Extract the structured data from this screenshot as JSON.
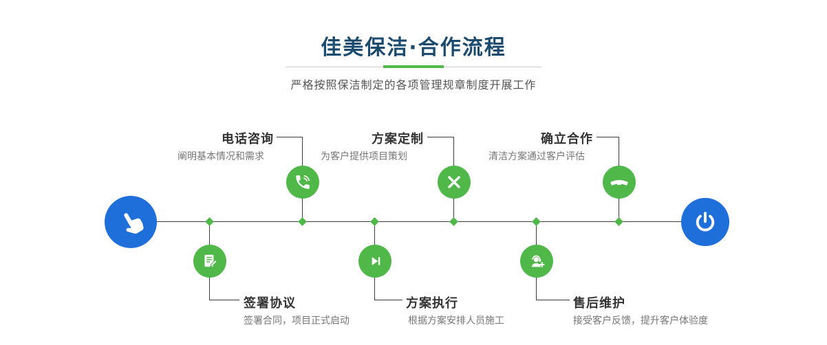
{
  "header": {
    "title": "佳美保洁·合作流程",
    "subtitle": "严格按照保洁制定的各项管理规章制度开展工作"
  },
  "steps_top": [
    {
      "title": "电话咨询",
      "desc": "阐明基本情况和需求",
      "icon": "phone-icon"
    },
    {
      "title": "方案定制",
      "desc": "为客户提供项目策划",
      "icon": "design-pen-icon"
    },
    {
      "title": "确立合作",
      "desc": "清洁方案通过客户评估",
      "icon": "handshake-icon"
    }
  ],
  "steps_bottom": [
    {
      "title": "签署协议",
      "desc": "签署合同，项目正式启动",
      "icon": "contract-icon"
    },
    {
      "title": "方案执行",
      "desc": "根据方案安排人员施工",
      "icon": "play-execute-icon"
    },
    {
      "title": "售后维护",
      "desc": "接受客户反馈，提升客户体验度",
      "icon": "headset-support-icon"
    }
  ],
  "timeline": {
    "start_icon": "hand-pointer-icon",
    "end_icon": "power-icon"
  },
  "colors": {
    "title-navy": "#1b4a6f",
    "accent-green": "#4fb848",
    "accent-blue": "#1e6fd9",
    "line": "#3c3c3c",
    "text-dark": "#333333",
    "text-muted": "#767676"
  }
}
